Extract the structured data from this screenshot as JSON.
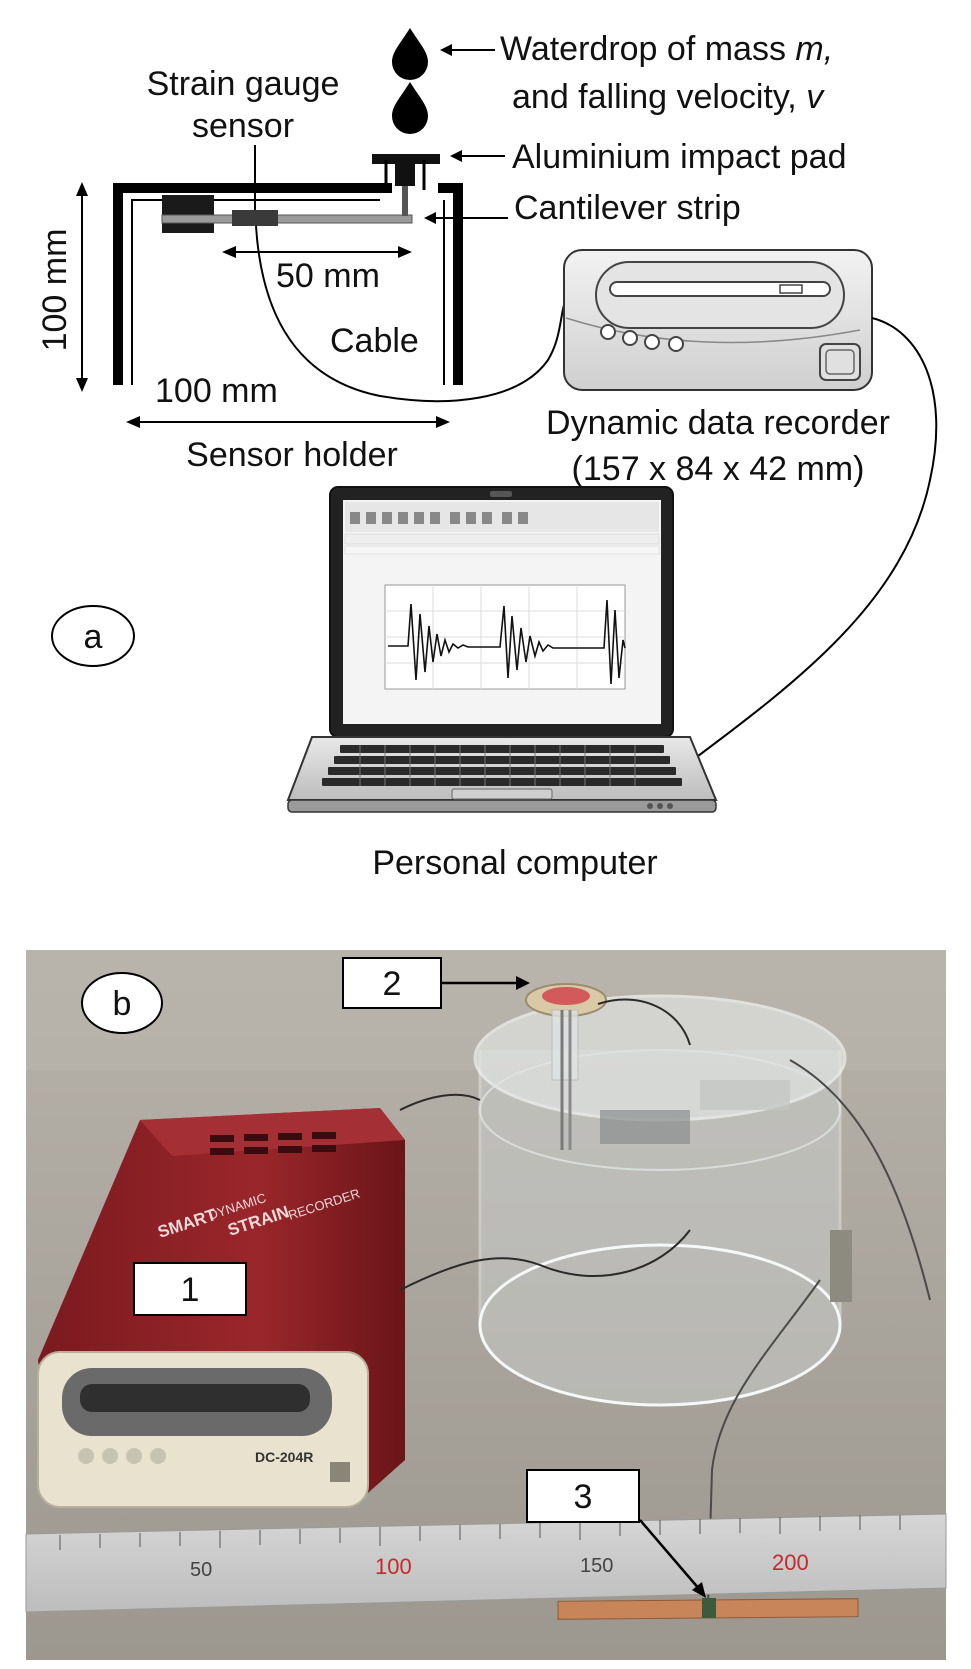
{
  "panel_a": {
    "badge": "a",
    "waterdrop_line1": "Waterdrop of mass",
    "waterdrop_m": "m,",
    "waterdrop_line2": "and falling velocity,",
    "waterdrop_v": "v",
    "impact_pad": "Aluminium impact pad",
    "strain_line1": "Strain gauge",
    "strain_line2": "sensor",
    "cantilever": "Cantilever strip",
    "dim_height": "100 mm",
    "dim_50": "50 mm",
    "cable": "Cable",
    "dim_width": "100 mm",
    "sensor_holder": "Sensor holder",
    "recorder_line1": "Dynamic data recorder",
    "recorder_line2": "(157 x 84 x 42 mm)",
    "computer": "Personal computer"
  },
  "panel_b": {
    "badge": "b",
    "callout_1": "1",
    "callout_2": "2",
    "callout_3": "3",
    "device_text_1": "SMART",
    "device_text_2": "DYNAMIC",
    "device_text_3": "STRAIN",
    "device_text_4": "RECORDER",
    "device_model": "DC-204R",
    "ruler_labels": [
      "50",
      "100",
      "150",
      "200"
    ]
  },
  "colors": {
    "recorder_red": "#8e1f24",
    "table_gray": "#a9a49c",
    "copper": "#c8855a"
  }
}
